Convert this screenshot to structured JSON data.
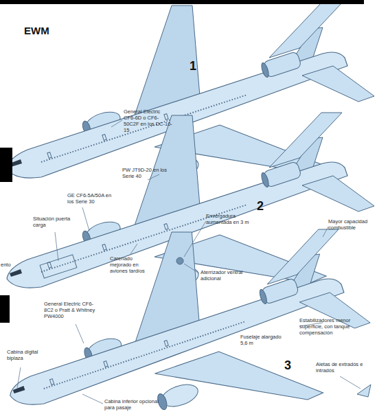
{
  "diagram": {
    "labels": [
      "EWM",
      "1",
      "General Electric CF6-6D o CF6-50C2F en los DC-10-15",
      "PW JT9D-20 en los Serie 40",
      "GE CF6-5A/50A en los Serie 30",
      "2",
      "Situación puerta carga",
      "Envergadura aumentada en 3 m",
      "Mayor capacidad combustible",
      "ento",
      "Carenado mejorado en aviones tardíos",
      "Aterrizador ventral adicional",
      "General Electric CF6-8C2 o Pratt & Whitney PW4000",
      "Estabilizadores menor superficie, con tanque compensación",
      "Fuselaje alargado 5,6 m",
      "3",
      "Aletas de extradós e intradós",
      "Cabina digital biplaza",
      "Cabina inferior opcional para pasaje"
    ]
  }
}
